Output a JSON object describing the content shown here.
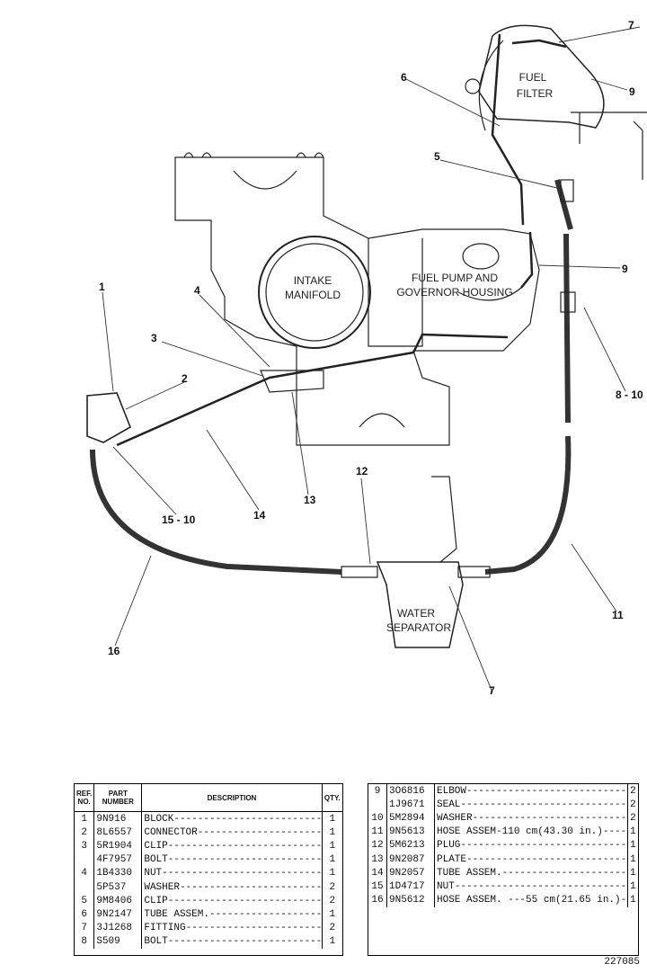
{
  "diagram": {
    "components": {
      "intake_manifold": [
        "INTAKE",
        "MANIFOLD"
      ],
      "fuel_pump": [
        "FUEL PUMP AND",
        "GOVERNOR HOUSING"
      ],
      "fuel_filter": [
        "FUEL",
        "FILTER"
      ],
      "water_separator": [
        "WATER",
        "SEPARATOR"
      ]
    },
    "callouts": [
      "1",
      "2",
      "3",
      "4",
      "5",
      "6",
      "7",
      "7",
      "8 - 10",
      "9",
      "9",
      "11",
      "12",
      "13",
      "14",
      "15 - 10",
      "16"
    ]
  },
  "parts_table": {
    "headers": {
      "ref": "REF. NO.",
      "part": "PART NUMBER",
      "description": "DESCRIPTION",
      "qty": "QTY."
    },
    "left_rows": [
      {
        "ref": "1",
        "part": "9N916",
        "desc": "BLOCK",
        "qty": "1"
      },
      {
        "ref": "2",
        "part": "8L6557",
        "desc": "CONNECTOR",
        "qty": "1"
      },
      {
        "ref": "3",
        "part": "5R1904",
        "desc": "CLIP",
        "qty": "1"
      },
      {
        "ref": "",
        "part": "4F7957",
        "desc": "BOLT",
        "qty": "1"
      },
      {
        "ref": "4",
        "part": "1B4330",
        "desc": "NUT",
        "qty": "1"
      },
      {
        "ref": "",
        "part": "5P537",
        "desc": "WASHER",
        "qty": "2"
      },
      {
        "ref": "5",
        "part": "9M8406",
        "desc": "CLIP",
        "qty": "2"
      },
      {
        "ref": "6",
        "part": "9N2147",
        "desc": "TUBE ASSEM.",
        "qty": "1"
      },
      {
        "ref": "7",
        "part": "3J1268",
        "desc": "FITTING",
        "qty": "2"
      },
      {
        "ref": "8",
        "part": "S509",
        "desc": "BOLT",
        "qty": "1"
      }
    ],
    "right_rows": [
      {
        "ref": "9",
        "part": "3O6816",
        "desc": "ELBOW",
        "qty": "2"
      },
      {
        "ref": "",
        "part": "1J9671",
        "desc": "SEAL",
        "qty": "2"
      },
      {
        "ref": "10",
        "part": "5M2894",
        "desc": "WASHER",
        "qty": "2"
      },
      {
        "ref": "11",
        "part": "9N5613",
        "desc": "HOSE ASSEM-110 cm(43.30 in.)",
        "qty": "1"
      },
      {
        "ref": "12",
        "part": "5M6213",
        "desc": "PLUG",
        "qty": "1"
      },
      {
        "ref": "13",
        "part": "9N2087",
        "desc": "PLATE",
        "qty": "1"
      },
      {
        "ref": "14",
        "part": "9N2057",
        "desc": "TUBE ASSEM.",
        "qty": "1"
      },
      {
        "ref": "15",
        "part": "1D4717",
        "desc": "NUT",
        "qty": "1"
      },
      {
        "ref": "16",
        "part": "9N5612",
        "desc": "HOSE ASSEM. ---55 cm(21.65 in.)",
        "qty": "1"
      }
    ]
  },
  "figure_number": "227085"
}
